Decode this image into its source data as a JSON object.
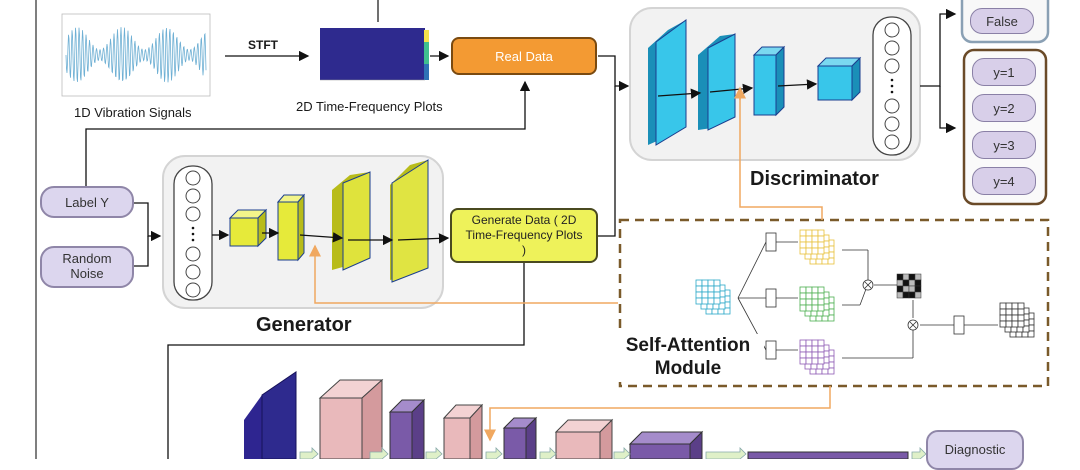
{
  "labels": {
    "vibration_signals": "1D Vibration Signals",
    "stft": "STFT",
    "tf_plots": "2D Time-Frequency Plots",
    "real_data": "Real Data",
    "label_y": "Label Y",
    "random_noise": "Random Noise",
    "generate_data": "Generate Data ( 2D Time-Frequency Plots )",
    "generator": "Generator",
    "discriminator": "Discriminator",
    "false": "False",
    "y1": "y=1",
    "y2": "y=2",
    "y3": "y=3",
    "y4": "y=4",
    "self_attention_module": "Self-Attention Module",
    "diagnostic": "Diagnostic"
  },
  "colors": {
    "real_data_box": "#f39a33",
    "generate_data_box": "#eef25a",
    "discriminator_blocks": "#38c6ea",
    "generator_blocks": "#e6ea3a",
    "bottom_pink": "#e9b9bb",
    "bottom_purple": "#7a5aa8",
    "heatmap": "#2e2a8e",
    "attention_border": "#7a5a2a",
    "class_border": "#6a4a28",
    "orange_line": "#f0a860"
  }
}
